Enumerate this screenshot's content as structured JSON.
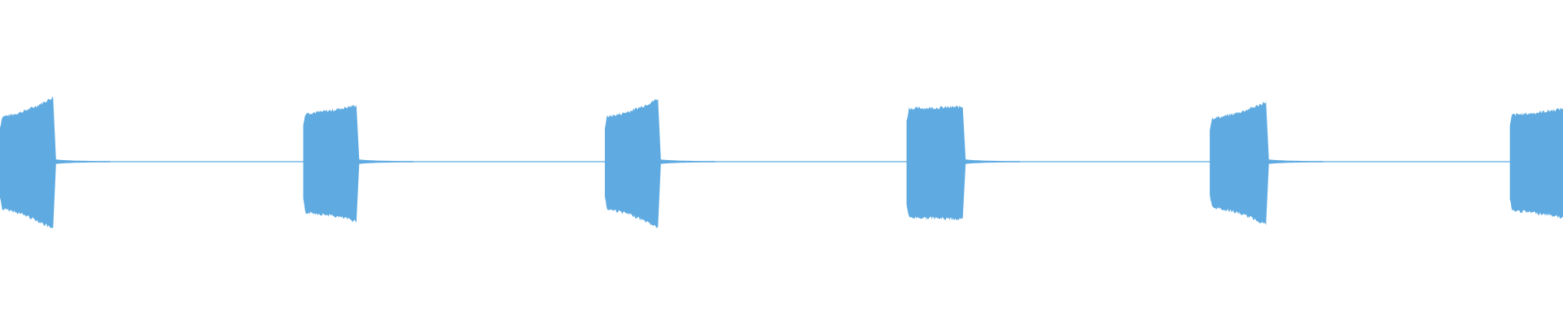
{
  "waveform": {
    "color": "#5fabe1",
    "background": "#ffffff",
    "sample_rate_note": "",
    "bursts": [
      {
        "start": 0.0,
        "end": 0.034,
        "amp_start": 0.28,
        "amp_end": 0.4
      },
      {
        "start": 0.194,
        "end": 0.228,
        "amp_start": 0.3,
        "amp_end": 0.35
      },
      {
        "start": 0.387,
        "end": 0.421,
        "amp_start": 0.28,
        "amp_end": 0.39
      },
      {
        "start": 0.58,
        "end": 0.616,
        "amp_start": 0.33,
        "amp_end": 0.34
      },
      {
        "start": 0.774,
        "end": 0.81,
        "amp_start": 0.27,
        "amp_end": 0.37
      },
      {
        "start": 0.966,
        "end": 1.0,
        "amp_start": 0.29,
        "amp_end": 0.33
      }
    ],
    "tail_amplitude": 0.012,
    "baseline_amplitude": 0.003
  }
}
